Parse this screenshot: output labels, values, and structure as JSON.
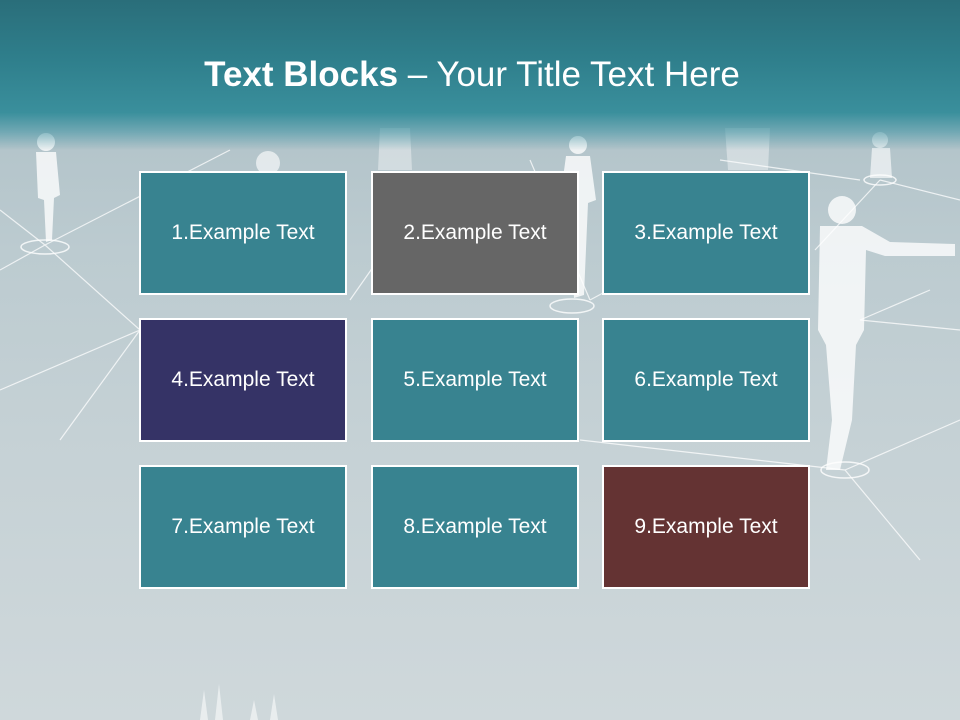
{
  "slide": {
    "title_bold": "Text Blocks",
    "title_dash": " – ",
    "title_rest": "Your Title Text Here"
  },
  "blocks": [
    {
      "label": "1.Example Text",
      "color": "#388390"
    },
    {
      "label": "2.Example Text",
      "color": "#666666"
    },
    {
      "label": "3.Example Text",
      "color": "#388390"
    },
    {
      "label": "4.Example Text",
      "color": "#353366"
    },
    {
      "label": "5.Example Text",
      "color": "#388390"
    },
    {
      "label": "6.Example Text",
      "color": "#388390"
    },
    {
      "label": "7.Example Text",
      "color": "#388390"
    },
    {
      "label": "8.Example Text",
      "color": "#388390"
    },
    {
      "label": "9.Example Text",
      "color": "#643333"
    }
  ]
}
